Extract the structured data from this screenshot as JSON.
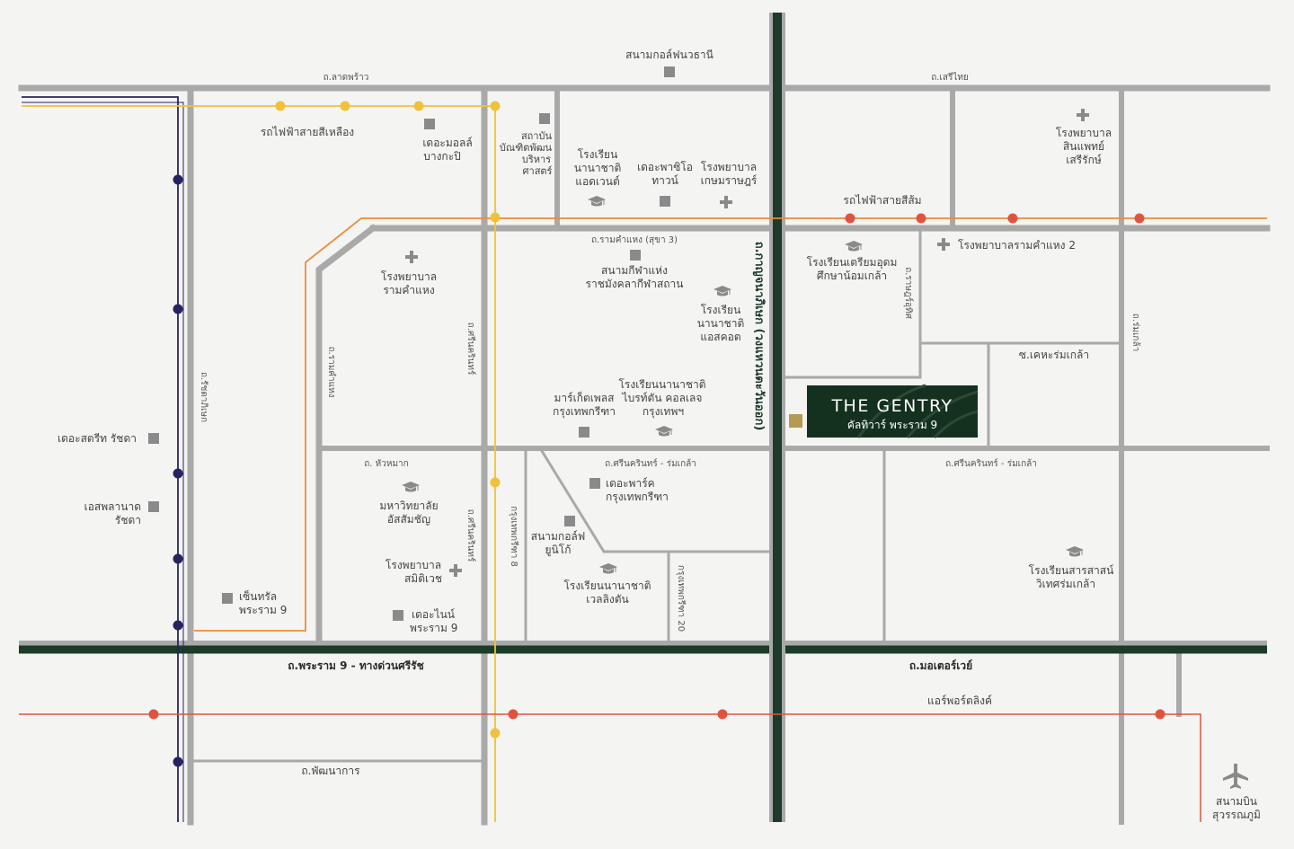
{
  "colors": {
    "road": "#a9a9a9",
    "expressway": "#1c3b2a",
    "yellow_line": "#f0c23a",
    "orange_line": "#ec8c3a",
    "blue_line": "#26245e",
    "red_line": "#e0543f",
    "poi": "#8a8a8a",
    "label": "#444444",
    "brand_bg": "#14301f",
    "brand_marker": "#b59a53"
  },
  "roads": {
    "lat_phrao": "ถ.ลาดพร้าว",
    "serithai": "ถ.เสรีไทย",
    "ramkhamhaeng_3": "ถ.รามคำแหง (สุขา 3)",
    "srinakarin_romklao_left": "ถ.ศรีนครินทร์ - ร่มเกล้า",
    "srinakarin_romklao_right": "ถ.ศรีนครินทร์ - ร่มเกล้า",
    "hua_mak": "ถ. หัวหมาก",
    "rama9_expressway": "ถ.พระราม 9 - ทางด่วนศรีรัช",
    "motorway": "ถ.มอเตอร์เวย์",
    "phatthanakan": "ถ.พัฒนาการ",
    "ratchadaphisek": "ถ.รัชดาภิเษก",
    "ramkhamhaeng_v": "ถ.รามคำแหง",
    "srinakarin_upper": "ถ.ศรีนครินทร์",
    "srinakarin_lower": "ถ.ศรีนครินทร์",
    "krungthep_kreetha_8": "กรุงเทพกรีฑา 8",
    "krungthep_kreetha_20": "กรุงเทพกรีฑา 20",
    "kanchanaphisek": "ถ.กาญจนาภิเษก (วงแหวนตะวันออก)",
    "rat_uthit": "ถ.ราษฎร์อุทิศ",
    "romklao": "ถ.ร่มเกล้า",
    "soi_kheha": "ซ.เคหะร่มเกล้า"
  },
  "transit": {
    "yellow_line": "รถไฟฟ้าสายสีเหลือง",
    "orange_line": "รถไฟฟ้าสายสีส้ม",
    "airport_link": "แอร์พอร์ตลิงค์"
  },
  "pois": {
    "nawatanee": "สนามกอล์ฟนวธานี",
    "mall_bangkapi": [
      "เดอะมอลล์",
      "บางกะปิ"
    ],
    "nida": [
      "สถาบัน",
      "บัณฑิตพัฒน",
      "บริหาร",
      "ศาสตร์"
    ],
    "advent": [
      "โรงเรียน",
      "นานาชาติ",
      "แอดเวนต์"
    ],
    "paseo": [
      "เดอะพาซิโอ",
      "ทาวน์"
    ],
    "kasemrad": [
      "โรงพยาบาล",
      "เกษมราษฎร์"
    ],
    "samitivej_srinakarin": [
      "โรงพยาบาล",
      "สินแพทย์",
      "เสรีรักษ์"
    ],
    "ramkhamhaeng_hosp": [
      "โรงพยาบาล",
      "รามคำแหง"
    ],
    "ramkhamhaeng_stadium": [
      "สนามกีฬาแห่ง",
      "ราชมังคลากีฬาสถาน"
    ],
    "nawamin_school": [
      "โรงเรียน",
      "นานาชาติ",
      "แอสคอต"
    ],
    "triam_udom": [
      "โรงเรียนเตรียมอุดม",
      "ศึกษาน้อมเกล้า"
    ],
    "ramkhamhaeng2_hosp": "โรงพยาบาลรามคำแหง 2",
    "bangkok_market": [
      "มาร์เก็ตเพลส",
      "กรุงเทพกรีฑา"
    ],
    "bromsgrove": [
      "โรงเรียนนานาชาติ",
      "ไบรท์ตัน คอลเลจ",
      "กรุงเทพฯ"
    ],
    "the_park": [
      "เดอะพาร์ค",
      "กรุงเทพกรีฑา"
    ],
    "unico_golf": [
      "สนามกอล์ฟ",
      "ยูนิโก้"
    ],
    "wellington": [
      "โรงเรียนนานาชาติ",
      "เวลลิงตัน"
    ],
    "abac": [
      "มหาวิทยาลัย",
      "อัสสัมชัญ"
    ],
    "samitivej_hosp": [
      "โรงพยาบาล",
      "สมิติเวช"
    ],
    "the_nine": [
      "เดอะไนน์",
      "พระราม 9"
    ],
    "central_rama9": [
      "เซ็นทรัล",
      "พระราม 9"
    ],
    "the_street": "เดอะสตรีท รัชดา",
    "esplanade": [
      "เอสพลานาด",
      "รัชดา"
    ],
    "sarasas": [
      "โรงเรียนสารสาสน์",
      "วิเทศร่มเกล้า"
    ],
    "airport": [
      "สนามบิน",
      "สุวรรณภูมิ"
    ]
  },
  "project": {
    "name": "THE GENTRY",
    "subtitle": "คัลทิวาร์ พระราม 9"
  }
}
